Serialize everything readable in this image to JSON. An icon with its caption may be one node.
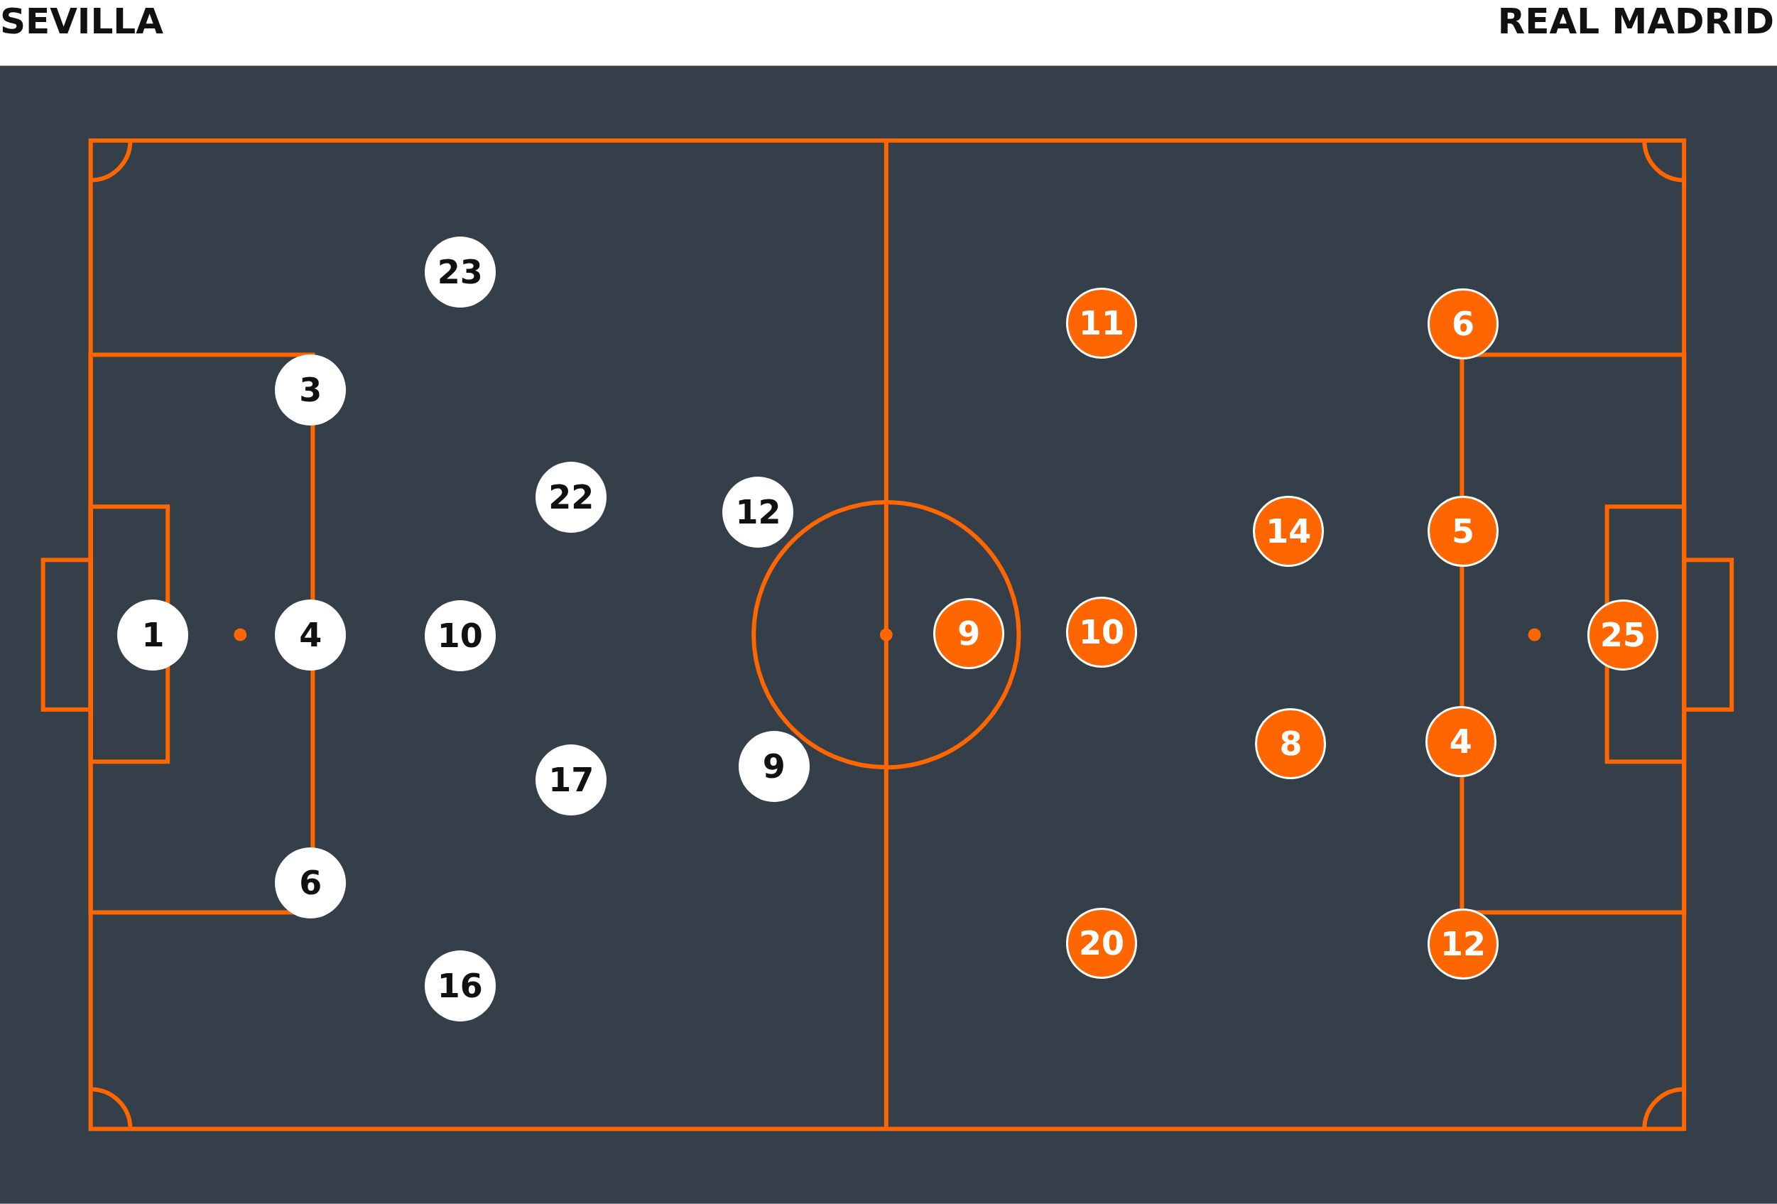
{
  "diagram": {
    "nodes": [
      {
        "text": [
          "23"
        ]
      },
      {
        "text": [
          "11"
        ]
      },
      {
        "text": [
          "6"
        ]
      },
      {
        "text": [
          "3"
        ]
      },
      {
        "text": [
          "22"
        ]
      },
      {
        "text": [
          "12"
        ]
      },
      {
        "text": [
          "14"
        ]
      },
      {
        "text": [
          "5"
        ]
      },
      {
        "text": [
          "1"
        ]
      },
      {
        "text": [
          "4"
        ]
      },
      {
        "text": [
          "10"
        ]
      },
      {
        "text": [
          "9"
        ]
      },
      {
        "text": [
          "10"
        ]
      },
      {
        "text": [
          "25"
        ]
      },
      {
        "text": [
          "4"
        ]
      },
      {
        "text": [
          "8"
        ]
      },
      {
        "text": [
          "9"
        ]
      },
      {
        "text": [
          "17"
        ]
      },
      {
        "text": [
          "6"
        ]
      },
      {
        "text": [
          "20"
        ]
      },
      {
        "text": [
          "12"
        ]
      },
      {
        "text": [
          "16"
        ]
      }
    ],
    "labels": [
      "SEVILLA",
      "REAL MADRID"
    ]
  }
}
